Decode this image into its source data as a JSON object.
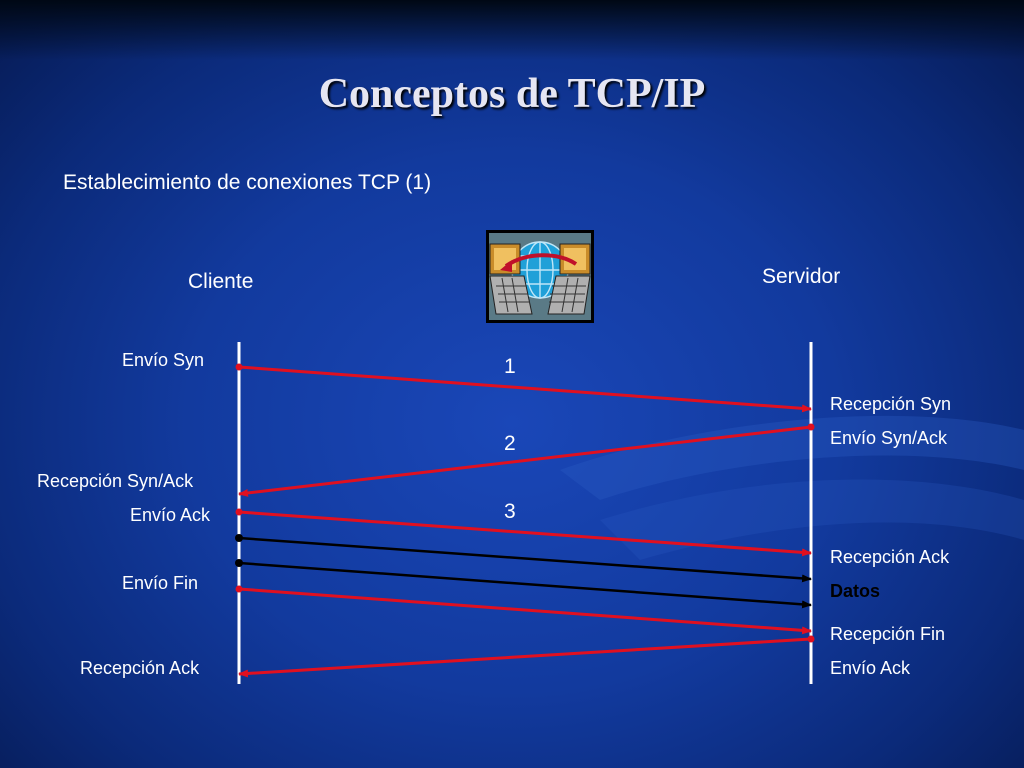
{
  "slide": {
    "title": "Conceptos de TCP/IP",
    "subtitle": "Establecimiento de conexiones TCP (1)"
  },
  "diagram": {
    "client_label": "Cliente",
    "server_label": "Servidor",
    "step_numbers": [
      "1",
      "2",
      "3"
    ],
    "client_events": {
      "envio_syn": "Envío Syn",
      "recepcion_syn_ack": "Recepción Syn/Ack",
      "envio_ack": "Envío Ack",
      "envio_fin": "Envío Fin",
      "recepcion_ack": "Recepción Ack"
    },
    "server_events": {
      "recepcion_syn": "Recepción Syn",
      "envio_syn_ack": "Envío Syn/Ack",
      "recepcion_ack": "Recepción Ack",
      "datos": "Datos",
      "recepcion_fin": "Recepción Fin",
      "envio_ack": "Envío Ack"
    },
    "colors": {
      "control_arrow": "#e01020",
      "data_arrow": "#000000",
      "timeline": "#ffffff"
    },
    "icon": "network-computers-icon"
  }
}
